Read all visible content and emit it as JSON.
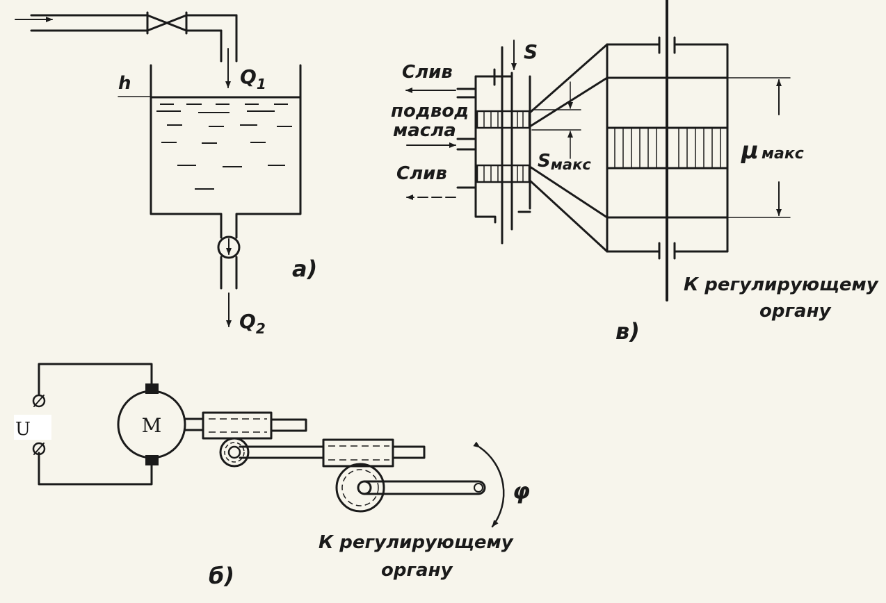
{
  "panel_a": {
    "caption": "а)",
    "level_label": "h",
    "inflow_label": "Q",
    "inflow_sub": "1",
    "outflow_label": "Q",
    "outflow_sub": "2"
  },
  "panel_b": {
    "caption": "б)",
    "voltage_label": "U",
    "motor_label": "M",
    "angle_label": "φ",
    "target_line1": "К регулирующему",
    "target_line2": "органу"
  },
  "panel_v": {
    "caption": "в)",
    "displacement_label": "S",
    "drain_top": "Слив",
    "supply_line1": "подвод",
    "supply_line2": "масла",
    "drain_bottom": "Слив",
    "smax_main": "S",
    "smax_sub": "макс",
    "mu_main": "μ",
    "mu_sub": "макс",
    "target_line1": "К регулирующему",
    "target_line2": "органу"
  },
  "colors": {
    "ink": "#1a1a1a",
    "paper": "#f7f5ec"
  }
}
